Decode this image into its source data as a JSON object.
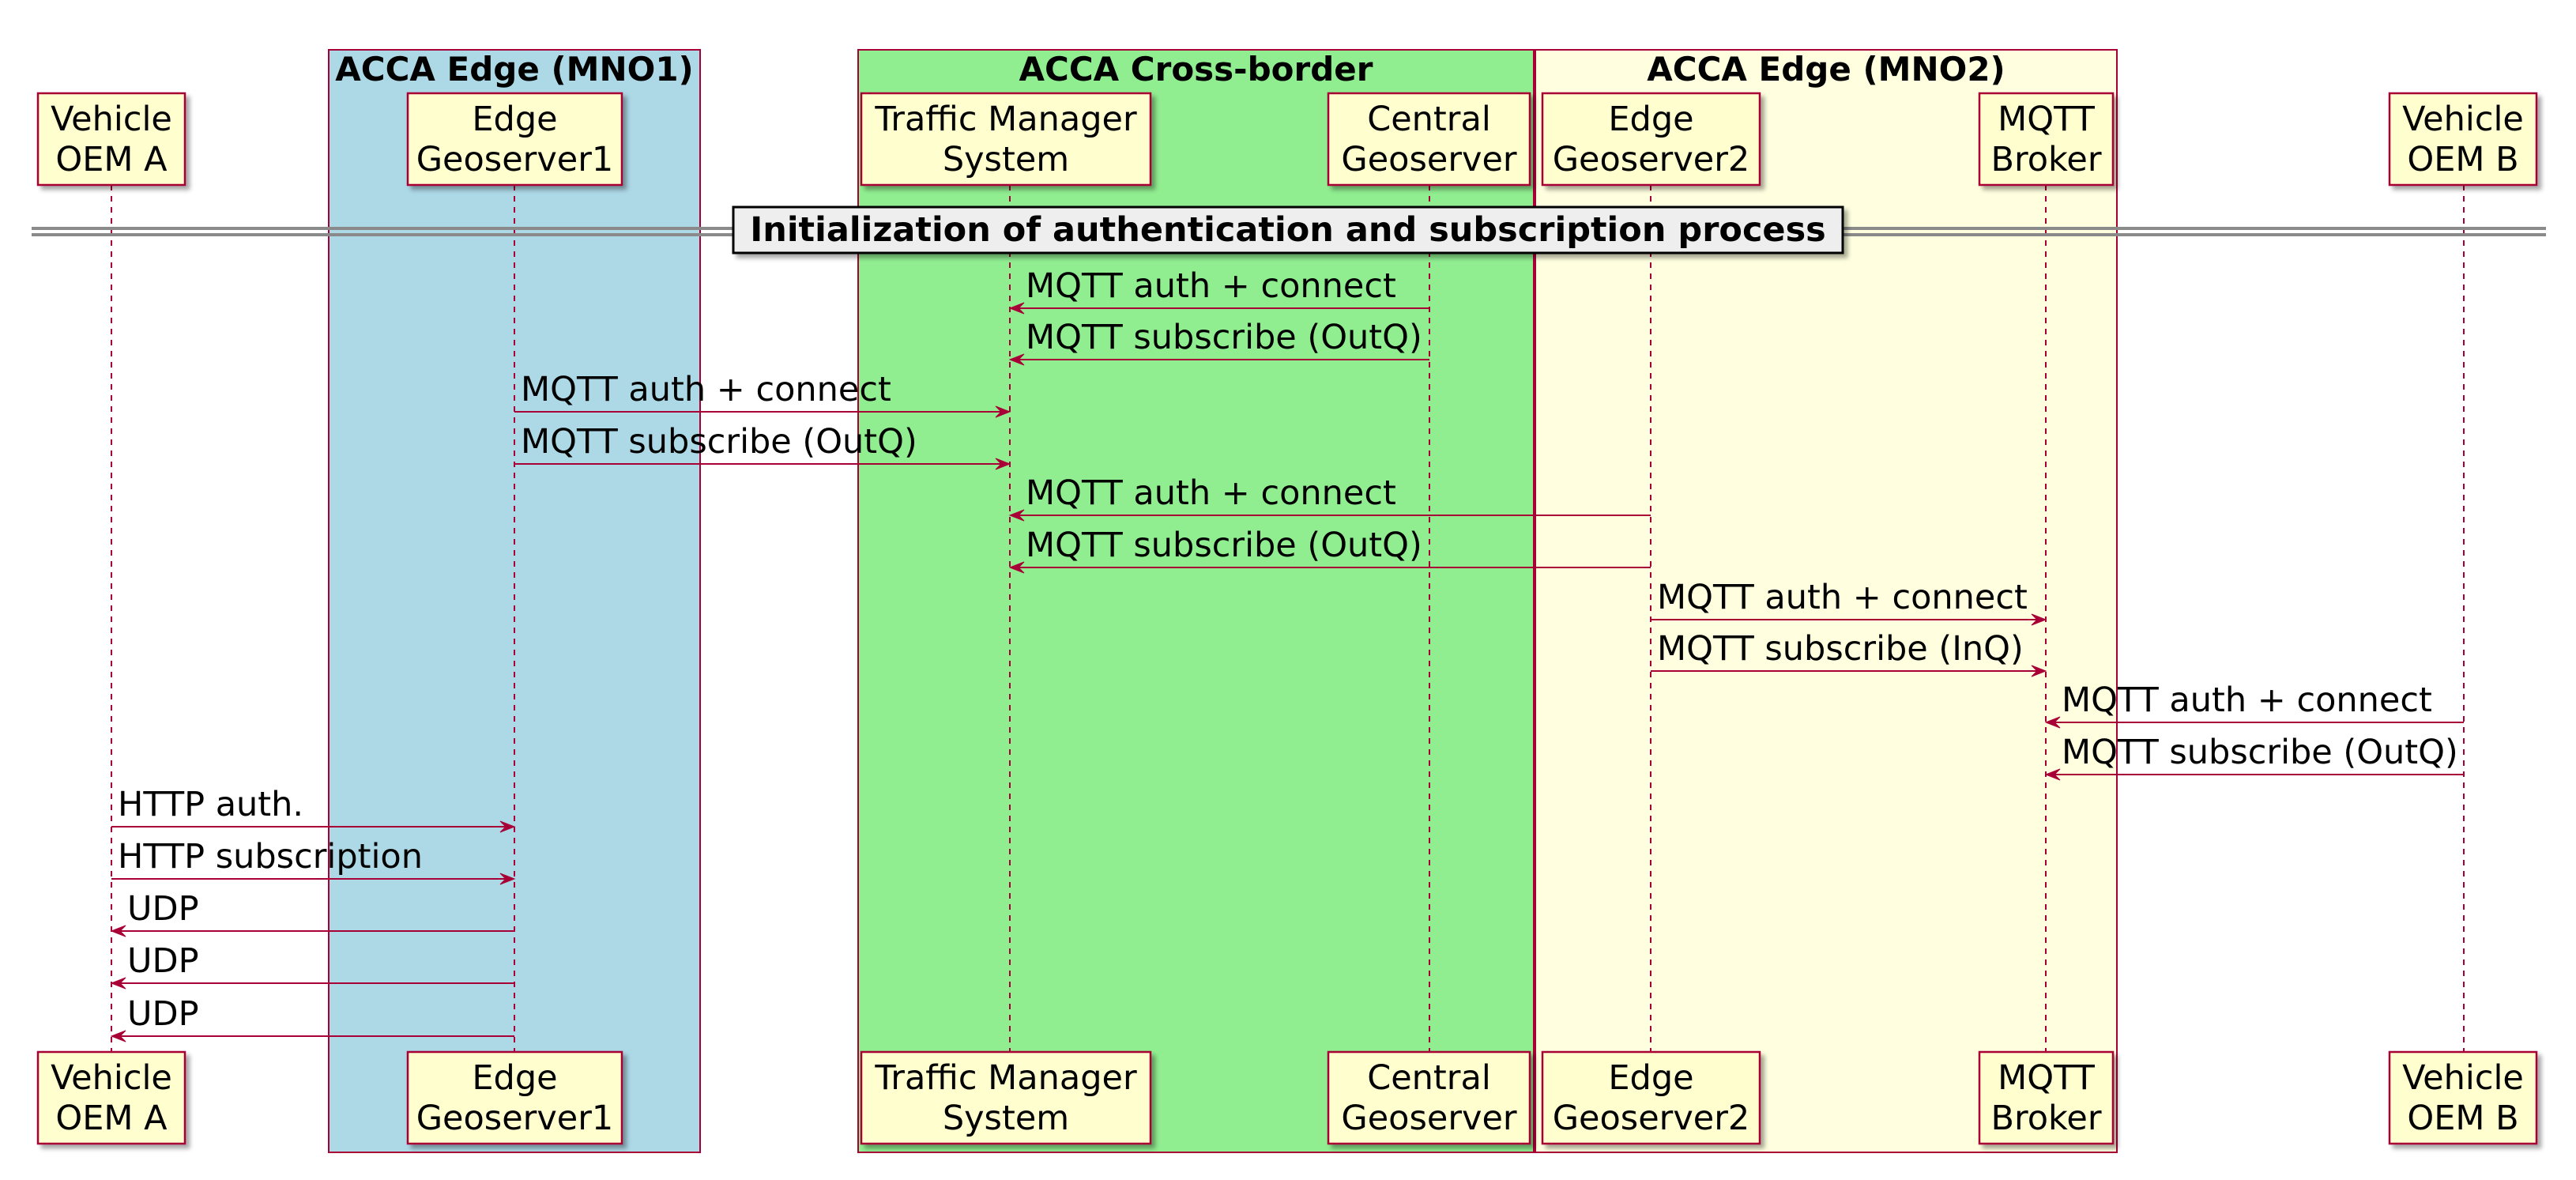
{
  "colors": {
    "line": "#A80036",
    "participant_fill": "#FEFECE",
    "group_mno1": "#ADD8E6",
    "group_cross": "#90EE90",
    "group_mno2": "#FFFFE0",
    "divider_box": "#EEEEEE"
  },
  "groups": [
    {
      "id": "g-mno1",
      "title": "ACCA Edge (MNO1)"
    },
    {
      "id": "g-cross",
      "title": "ACCA Cross-border"
    },
    {
      "id": "g-mno2",
      "title": "ACCA Edge (MNO2)"
    }
  ],
  "participants": [
    {
      "id": "oema",
      "lines": [
        "Vehicle",
        " OEM A"
      ]
    },
    {
      "id": "edge1",
      "lines": [
        "Edge",
        "Geoserver1"
      ]
    },
    {
      "id": "tms",
      "lines": [
        "Traffic Manager",
        "System"
      ]
    },
    {
      "id": "central",
      "lines": [
        "Central",
        "Geoserver"
      ]
    },
    {
      "id": "edge2",
      "lines": [
        "Edge",
        "Geoserver2"
      ]
    },
    {
      "id": "mqtt",
      "lines": [
        "MQTT",
        "Broker"
      ]
    },
    {
      "id": "oemb",
      "lines": [
        "Vehicle",
        " OEM B"
      ]
    }
  ],
  "divider": {
    "title": "Initialization of authentication and subscription process"
  },
  "messages": [
    {
      "from": "central",
      "to": "tms",
      "label": "MQTT auth + connect"
    },
    {
      "from": "central",
      "to": "tms",
      "label": "MQTT subscribe (OutQ)"
    },
    {
      "from": "edge1",
      "to": "tms",
      "label": "MQTT auth + connect"
    },
    {
      "from": "edge1",
      "to": "tms",
      "label": "MQTT subscribe (OutQ)"
    },
    {
      "from": "edge2",
      "to": "tms",
      "label": "MQTT auth + connect"
    },
    {
      "from": "edge2",
      "to": "tms",
      "label": "MQTT subscribe (OutQ)"
    },
    {
      "from": "edge2",
      "to": "mqtt",
      "label": "MQTT auth + connect"
    },
    {
      "from": "edge2",
      "to": "mqtt",
      "label": "MQTT subscribe (InQ)"
    },
    {
      "from": "oemb",
      "to": "mqtt",
      "label": "MQTT auth + connect"
    },
    {
      "from": "oemb",
      "to": "mqtt",
      "label": "MQTT subscribe (OutQ)"
    },
    {
      "from": "oema",
      "to": "edge1",
      "label": "HTTP auth."
    },
    {
      "from": "oema",
      "to": "edge1",
      "label": "HTTP subscription"
    },
    {
      "from": "edge1",
      "to": "oema",
      "label": "UDP"
    },
    {
      "from": "edge1",
      "to": "oema",
      "label": "UDP"
    },
    {
      "from": "edge1",
      "to": "oema",
      "label": "UDP"
    }
  ]
}
